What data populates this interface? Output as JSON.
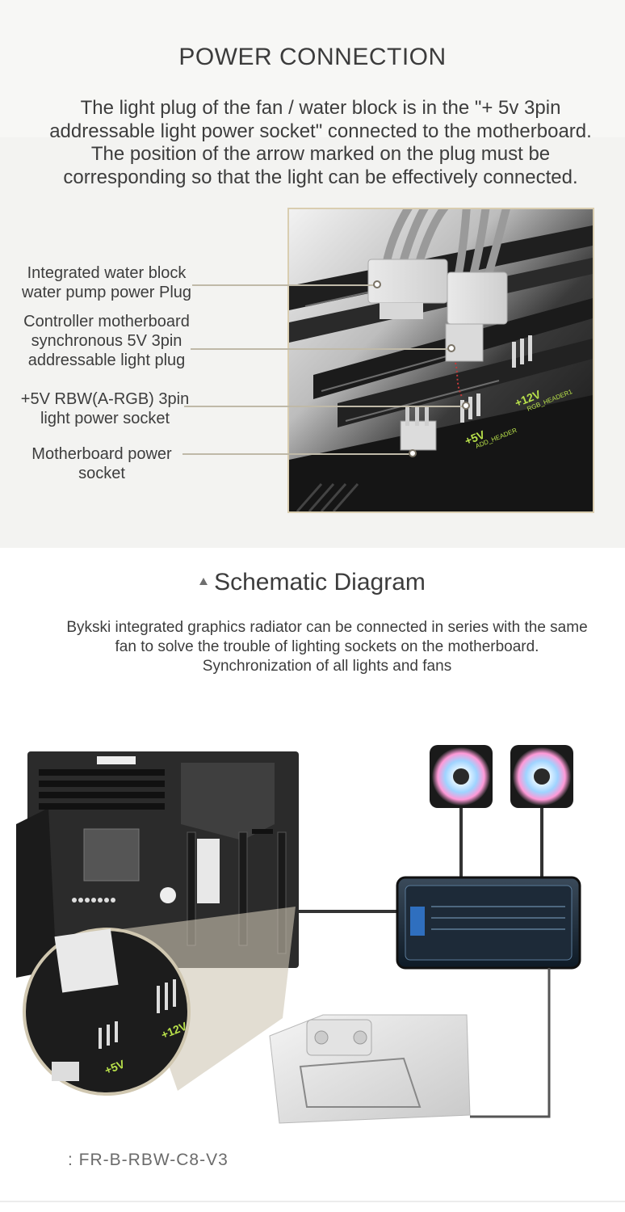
{
  "power": {
    "title": "POWER CONNECTION",
    "intro_lines": [
      "The light plug of the fan / water block is in the \"+ 5v 3pin",
      "addressable light power socket\" connected to the motherboard.",
      "The position of the arrow marked on the plug must be",
      "corresponding so that the light can be effectively connected."
    ],
    "callouts": [
      {
        "lines": [
          "Integrated water block",
          "water pump power Plug"
        ]
      },
      {
        "lines": [
          "Controller motherboard",
          "synchronous 5V 3pin",
          "addressable light plug"
        ]
      },
      {
        "lines": [
          "+5V RBW(A-RGB) 3pin",
          "light power socket"
        ]
      },
      {
        "lines": [
          "Motherboard power",
          "socket"
        ]
      }
    ],
    "board_labels": {
      "header_5v": "+5V",
      "header_5v_sub": "ADD_HEADER",
      "header_12v": "+12V",
      "header_12v_sub": "RGB_HEADER1"
    }
  },
  "schematic": {
    "title": "Schematic Diagram",
    "desc_lines": [
      "Bykski integrated graphics radiator can be connected in series with the same",
      "fan to solve the trouble of lighting sockets on the motherboard.",
      "Synchronization of all lights and fans"
    ],
    "model": ":  FR-B-RBW-C8-V3"
  },
  "colors": {
    "accent_green": "#b8e04a",
    "frame_gold": "#d9cdb0",
    "connector_line": "#bfb9a8"
  }
}
